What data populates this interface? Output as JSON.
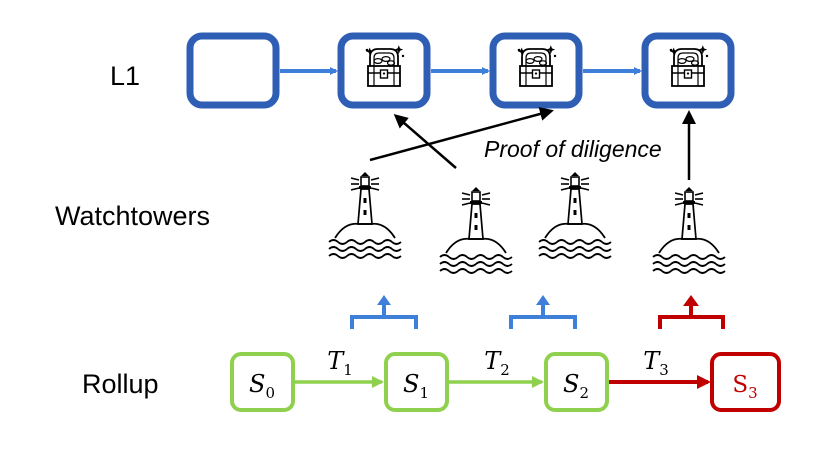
{
  "rows": {
    "l1": "L1",
    "watchtowers": "Watchtowers",
    "rollup": "Rollup"
  },
  "annotation": "Proof of diligence",
  "states": [
    {
      "base": "S",
      "sub": "0",
      "italic": true,
      "color": "#000000"
    },
    {
      "base": "S",
      "sub": "1",
      "italic": true,
      "color": "#000000"
    },
    {
      "base": "S",
      "sub": "2",
      "italic": true,
      "color": "#000000"
    },
    {
      "base": "S",
      "sub": "3",
      "italic": false,
      "color": "#c00000"
    }
  ],
  "transitions": [
    {
      "base": "T",
      "sub": "1"
    },
    {
      "base": "T",
      "sub": "2"
    },
    {
      "base": "T",
      "sub": "3"
    }
  ],
  "colors": {
    "l1_block": "#2f5fb5",
    "l1_arrow": "#3d7fd9",
    "rollup_box": "#8fd14f",
    "watch_bracket_ok": "#3d7fd9",
    "watch_bracket_bad": "#c00000",
    "invalid_state": "#c00000",
    "ink": "#000000"
  },
  "icons": {
    "l1_blocks": [
      "empty-block",
      "treasure-chest-icon",
      "treasure-chest-icon",
      "treasure-chest-icon"
    ],
    "watchtowers": [
      "lighthouse-icon",
      "lighthouse-icon",
      "lighthouse-icon",
      "lighthouse-icon"
    ]
  }
}
